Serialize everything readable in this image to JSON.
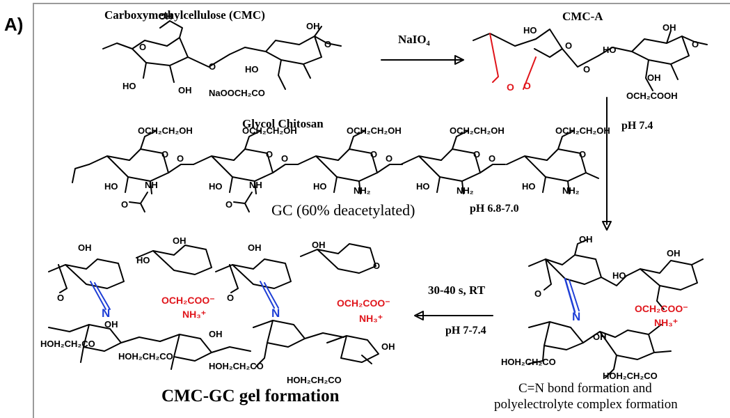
{
  "panel_label": "A)",
  "compounds": {
    "cmc": {
      "title": "Carboxymethylcellulose (CMC)",
      "substituent": "NaOOCH₂CO"
    },
    "cmca": {
      "title": "CMC-A",
      "substituent": "OCH₂COOH"
    },
    "gc": {
      "title": "Glycol Chitosan",
      "caption": "GC (60% deacetylated)",
      "side_chain": "OCH₂CH₂OH"
    }
  },
  "reagents": {
    "oxidant": "NaIO₄",
    "ph_cmca": "pH 7.4",
    "ph_gc": "pH 6.8-7.0",
    "conditions": "30-40 s, RT",
    "ph_gel": "pH 7-7.4"
  },
  "captions": {
    "intermediate_line1": "C=N bond formation and",
    "intermediate_line2": "polyelectrolyte complex formation",
    "product": "CMC-GC gel formation"
  },
  "atoms": {
    "hydroxyl": "OH",
    "hydroxyl_left": "HO",
    "amine": "NH₂",
    "amide_nh": "NH",
    "carbonyl_o": "O",
    "imine_n": "N",
    "ammonium": "NH₃⁺",
    "carboxylate": "OCH₂COO⁻",
    "side_chain_left": "HOH₂CH₂CO"
  },
  "colors": {
    "imine": "#1f3fd6",
    "ionic": "#e0151b",
    "aldehyde": "#e0151b",
    "bond": "#000000"
  }
}
